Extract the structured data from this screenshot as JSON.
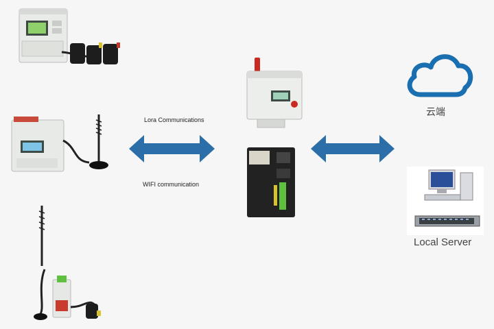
{
  "links": {
    "left_top_label": "Lora Communications",
    "left_bottom_label": "WIFI communication"
  },
  "cloud": {
    "label": "云端",
    "icon": "cloud-icon",
    "color": "#1a6fb0"
  },
  "server": {
    "label": "Local Server"
  },
  "colors": {
    "arrow": "#2c6fa8",
    "accent_green": "#5fbf3f",
    "accent_red": "#d22a25"
  },
  "devices": [
    {
      "icon": "power-meter-with-ct-icon"
    },
    {
      "icon": "power-meter-with-antenna-icon"
    },
    {
      "icon": "wireless-meter-with-antenna-icon"
    },
    {
      "icon": "gateway-module-icon"
    },
    {
      "icon": "industrial-router-icon"
    },
    {
      "icon": "desktop-computer-icon"
    },
    {
      "icon": "network-switch-icon"
    }
  ]
}
